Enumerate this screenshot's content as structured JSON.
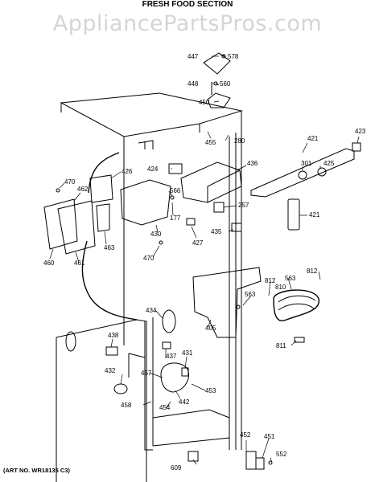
{
  "header": {
    "title": "FRESH FOOD SECTION",
    "watermark": "AppliancePartsPros.com"
  },
  "footer": {
    "art_no": "(ART NO. WR18135 C3)"
  },
  "callouts": [
    {
      "id": "c447",
      "label": "447"
    },
    {
      "id": "c578",
      "label": "578"
    },
    {
      "id": "c448",
      "label": "448"
    },
    {
      "id": "c560",
      "label": "560"
    },
    {
      "id": "c450",
      "label": "450"
    },
    {
      "id": "c280",
      "label": "280"
    },
    {
      "id": "c455",
      "label": "455"
    },
    {
      "id": "c423",
      "label": "423"
    },
    {
      "id": "c421a",
      "label": "421"
    },
    {
      "id": "c436",
      "label": "436"
    },
    {
      "id": "c301",
      "label": "301"
    },
    {
      "id": "c425",
      "label": "425"
    },
    {
      "id": "c424",
      "label": "424"
    },
    {
      "id": "c426",
      "label": "426"
    },
    {
      "id": "c470a",
      "label": "470"
    },
    {
      "id": "c462",
      "label": "462"
    },
    {
      "id": "c566",
      "label": "566"
    },
    {
      "id": "c177",
      "label": "177"
    },
    {
      "id": "c257",
      "label": "257"
    },
    {
      "id": "c421b",
      "label": "421"
    },
    {
      "id": "c463",
      "label": "463"
    },
    {
      "id": "c430",
      "label": "430"
    },
    {
      "id": "c427",
      "label": "427"
    },
    {
      "id": "c435",
      "label": "435"
    },
    {
      "id": "c470b",
      "label": "470"
    },
    {
      "id": "c460",
      "label": "460"
    },
    {
      "id": "c461",
      "label": "461"
    },
    {
      "id": "c812a",
      "label": "812"
    },
    {
      "id": "c563a",
      "label": "563"
    },
    {
      "id": "c812b",
      "label": "812"
    },
    {
      "id": "c810",
      "label": "810"
    },
    {
      "id": "c563b",
      "label": "563"
    },
    {
      "id": "c434",
      "label": "434"
    },
    {
      "id": "c405",
      "label": "405"
    },
    {
      "id": "c438",
      "label": "438"
    },
    {
      "id": "c811",
      "label": "811"
    },
    {
      "id": "c437",
      "label": "437"
    },
    {
      "id": "c431",
      "label": "431"
    },
    {
      "id": "c457",
      "label": "457"
    },
    {
      "id": "c432",
      "label": "432"
    },
    {
      "id": "c453",
      "label": "453"
    },
    {
      "id": "c442",
      "label": "442"
    },
    {
      "id": "c458",
      "label": "458"
    },
    {
      "id": "c454",
      "label": "454"
    },
    {
      "id": "c452",
      "label": "452"
    },
    {
      "id": "c451",
      "label": "451"
    },
    {
      "id": "c552",
      "label": "552"
    },
    {
      "id": "c609",
      "label": "609"
    }
  ]
}
